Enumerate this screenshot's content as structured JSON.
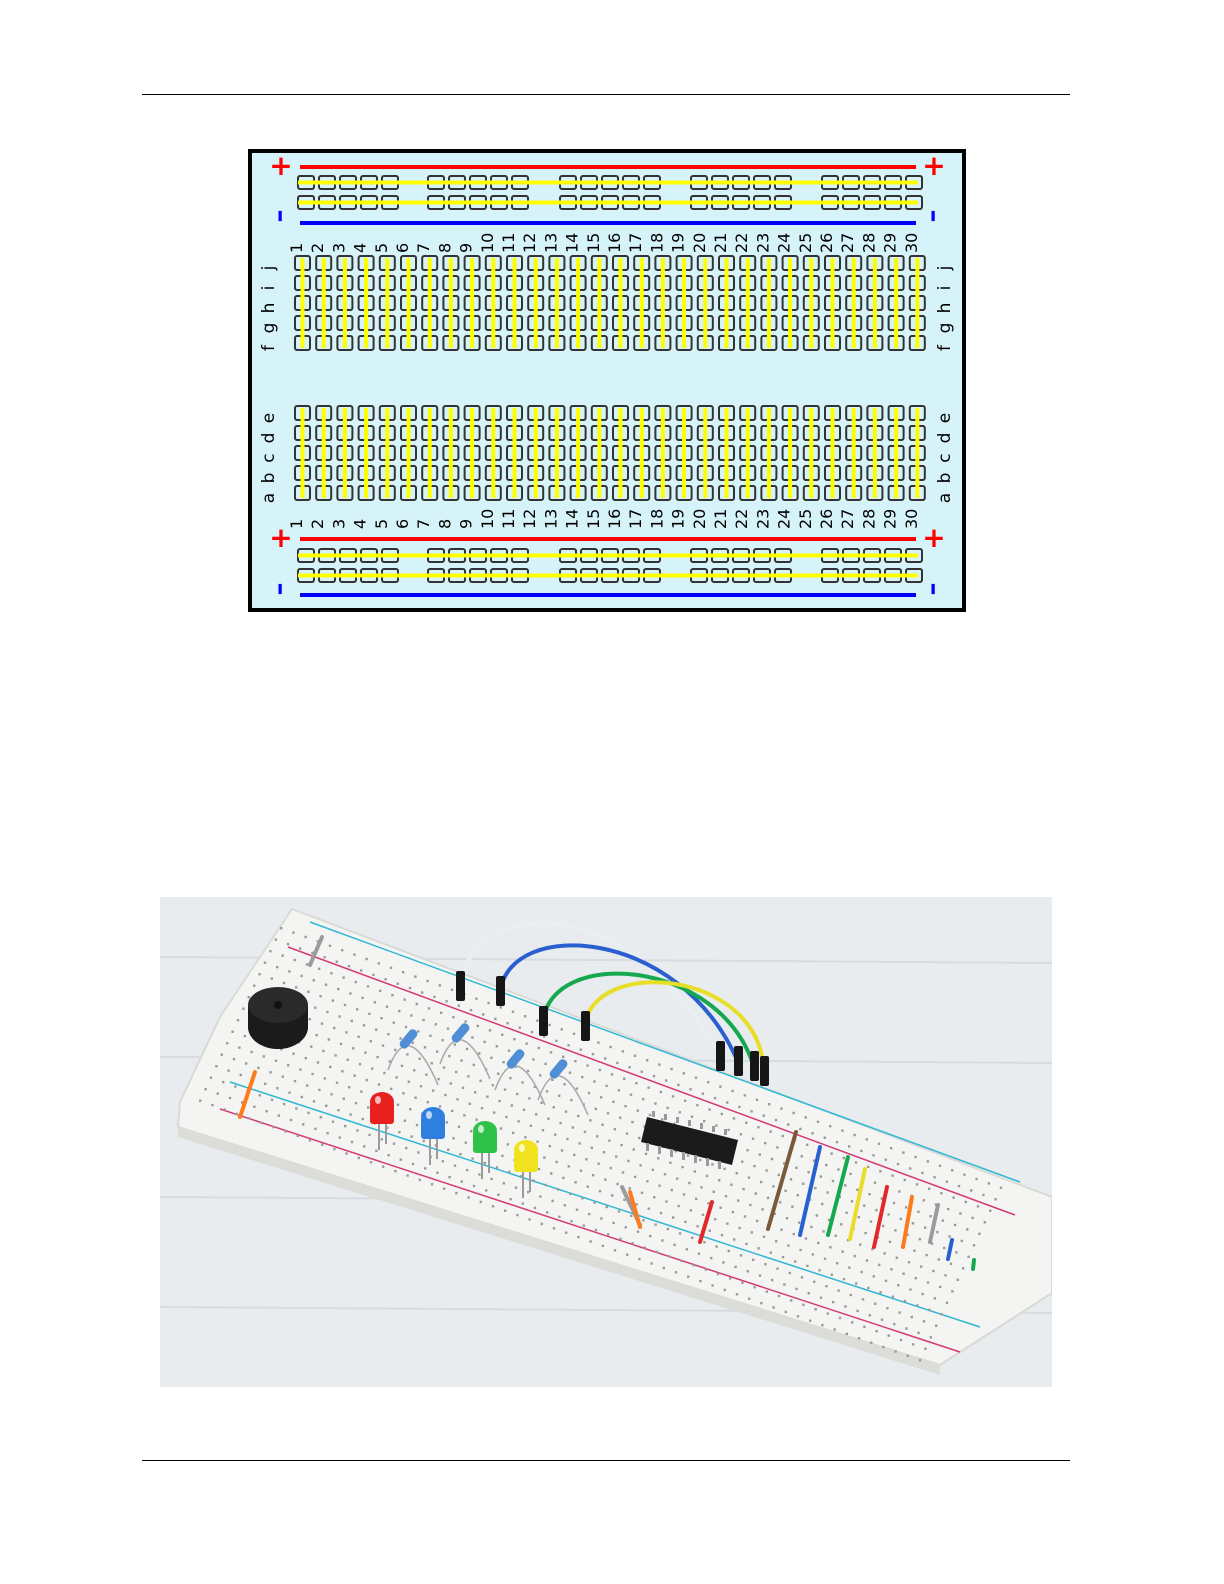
{
  "breadboard_diagram": {
    "columns": [
      "1",
      "2",
      "3",
      "4",
      "5",
      "6",
      "7",
      "8",
      "9",
      "10",
      "11",
      "12",
      "13",
      "14",
      "15",
      "16",
      "17",
      "18",
      "19",
      "20",
      "21",
      "22",
      "23",
      "24",
      "25",
      "26",
      "27",
      "28",
      "29",
      "30"
    ],
    "top_row_letters": [
      "f",
      "g",
      "h",
      "i",
      "j"
    ],
    "bottom_row_letters": [
      "a",
      "b",
      "c",
      "d",
      "e"
    ],
    "plus_symbol": "+",
    "minus_symbol": "–",
    "colors": {
      "background": "#d7f3fa",
      "border": "#000000",
      "positive_rail": "#ff0000",
      "negative_rail": "#0000ff",
      "strip": "#ffff00",
      "hole_outline": "#333333"
    }
  },
  "breadboard_photo": {
    "components": [
      "buzzer",
      "red-led",
      "blue-led",
      "green-led",
      "yellow-led",
      "resistors",
      "ic-chip",
      "jumper-wires"
    ],
    "colors": {
      "table": "#e8ecee",
      "board": "#f4f4f2",
      "rail_blue": "#2fb7d6",
      "rail_red": "#d43a7a"
    }
  }
}
